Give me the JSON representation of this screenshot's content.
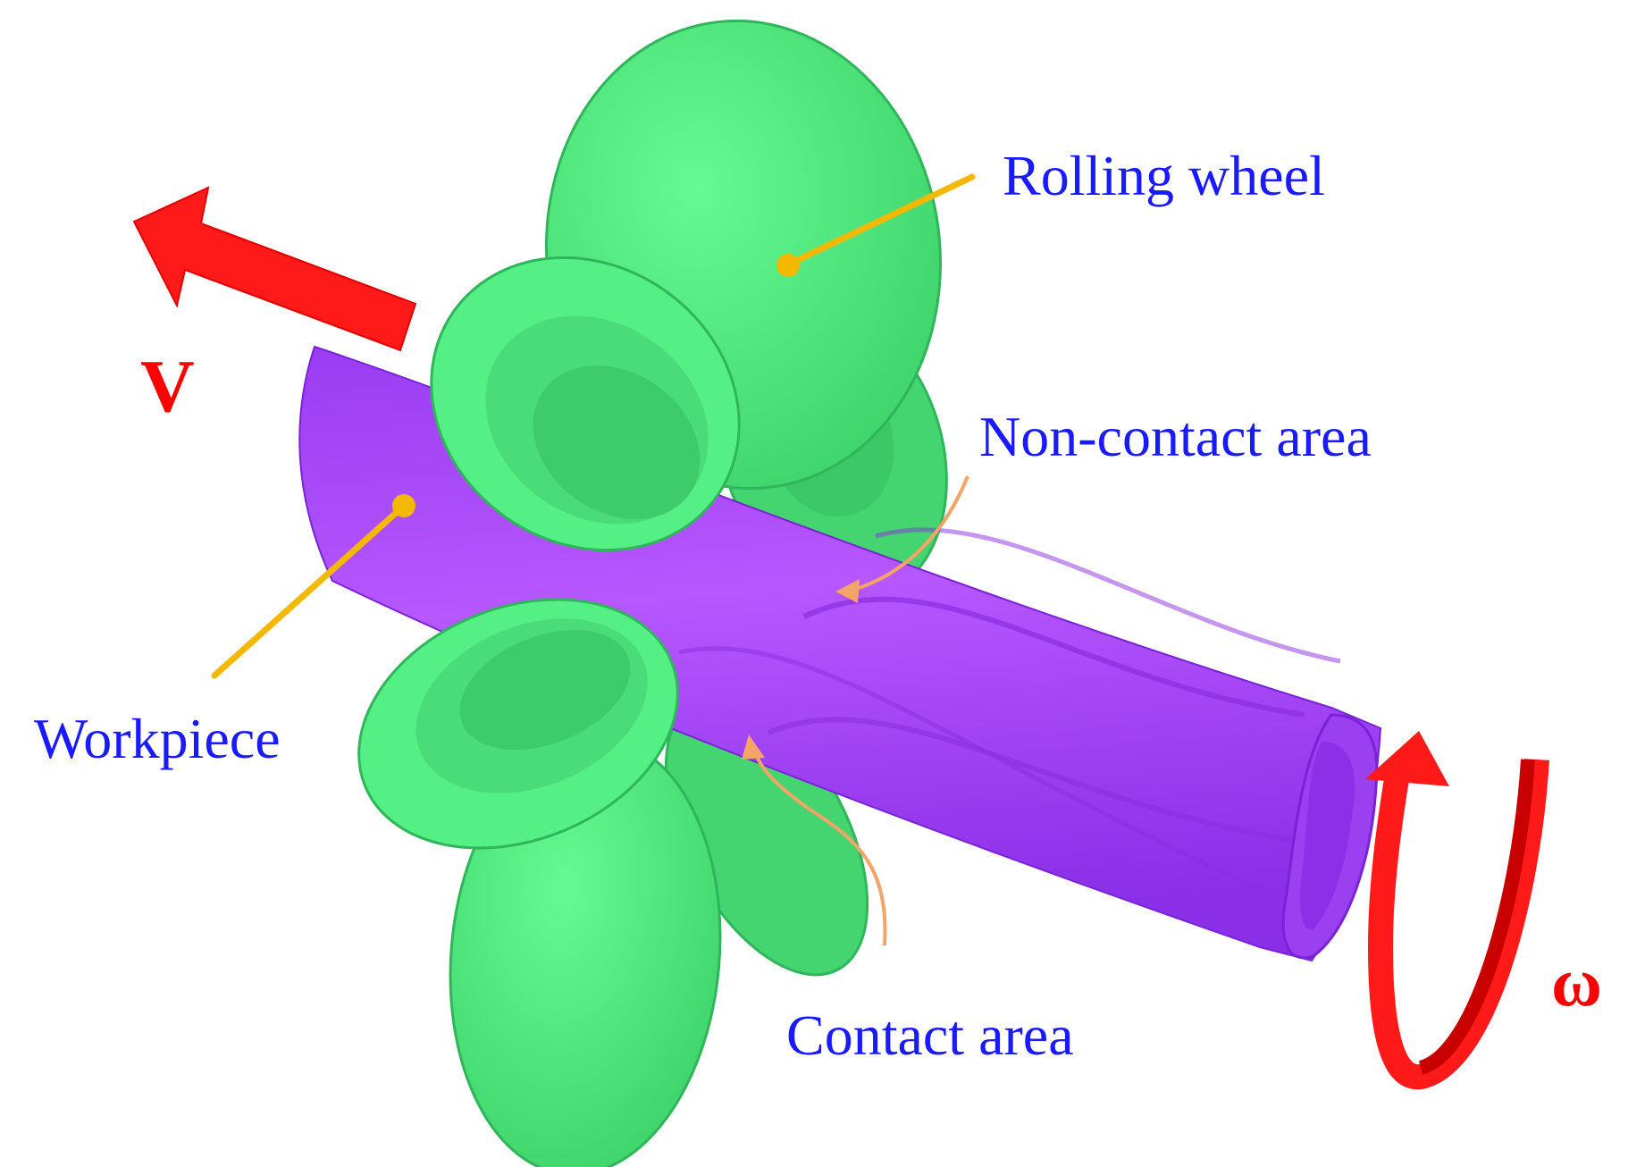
{
  "labels": {
    "rolling_wheel": "Rolling wheel",
    "non_contact_area": "Non-contact area",
    "workpiece": "Workpiece",
    "contact_area": "Contact area",
    "velocity": "V",
    "angular_velocity": "ω"
  },
  "colors": {
    "label_text": "#1a1aff",
    "symbol_text": "#ff0000",
    "leader_line": "#f5b800",
    "area_arrow": "#f4a466",
    "wheel": "#5cf58a",
    "wheel_dark": "#3fcf68",
    "workpiece": "#b04cff",
    "workpiece_dark": "#8f2ff0",
    "motion_arrow": "#ff1a1a",
    "motion_arrow_dark": "#c80000"
  }
}
